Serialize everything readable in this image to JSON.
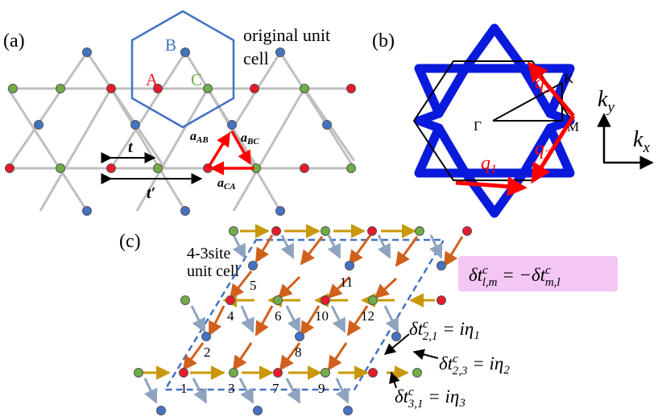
{
  "panels": {
    "a": {
      "label": "(a)",
      "site_labels": {
        "A": "A",
        "B": "B",
        "C": "C"
      },
      "caption_line1": "original unit",
      "caption_line2": "cell",
      "t": "t",
      "t_prime": "t′",
      "a_AB": "aAB",
      "a_BC": "aBC",
      "a_CA": "aCA"
    },
    "b": {
      "label": "(b)",
      "K": "K",
      "M": "M",
      "Gamma": "Γ",
      "q1": "q1",
      "q2": "q2",
      "q3": "q3",
      "kx": "kx",
      "ky": "ky"
    },
    "c": {
      "label": "(c)",
      "unit_cell_line1": "4-3site",
      "unit_cell_line2": "unit cell",
      "site_numbers": [
        "1",
        "2",
        "3",
        "4",
        "5",
        "6",
        "7",
        "8",
        "9",
        "10",
        "11",
        "12"
      ],
      "relation": "δt^c_l,m = −δt^c_m,l",
      "eq1": "δt^c_2,1 = iη1",
      "eq2": "δt^c_2,3 = iη2",
      "eq3": "δt^c_3,1 = iη3"
    }
  },
  "colors": {
    "site_A": "#e8192c",
    "site_B": "#4472c4",
    "site_C": "#70ad47",
    "bond": "#bfbfbf",
    "unit_cell_hex": "#4472c4",
    "red_vector": "#ff0000",
    "fermi_surface": "#0a1adc",
    "arrow_gold": "#c8980a",
    "arrow_orange": "#d0601c",
    "arrow_gray": "#8ea3be",
    "dashed_cell": "#4472c4",
    "relation_box": "#f3c6f3"
  }
}
